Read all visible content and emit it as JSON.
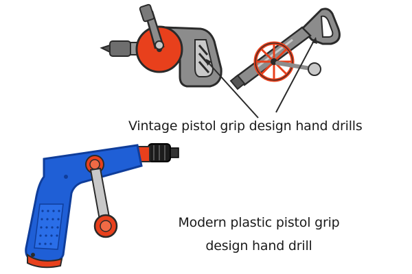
{
  "labels": {
    "vintage": "Vintage pistol grip design hand drills",
    "modern_line1": "Modern plastic pistol grip",
    "modern_line2": "design hand drill"
  },
  "colors": {
    "outline": "#2a2a2a",
    "metal_grey": "#8c8c8c",
    "metal_light": "#c9c9c9",
    "crank_red": "#e8401c",
    "handle_blue": "#1f5fd6",
    "handle_blue_dark": "#0f3d9a",
    "chuck_black": "#1c1c1c",
    "arrow": "#2a2a2a"
  },
  "icons": {
    "vintage_drill_1": "vintage-breast-drill-icon",
    "vintage_drill_2": "vintage-pistol-drill-icon",
    "modern_drill": "modern-plastic-hand-drill-icon"
  }
}
